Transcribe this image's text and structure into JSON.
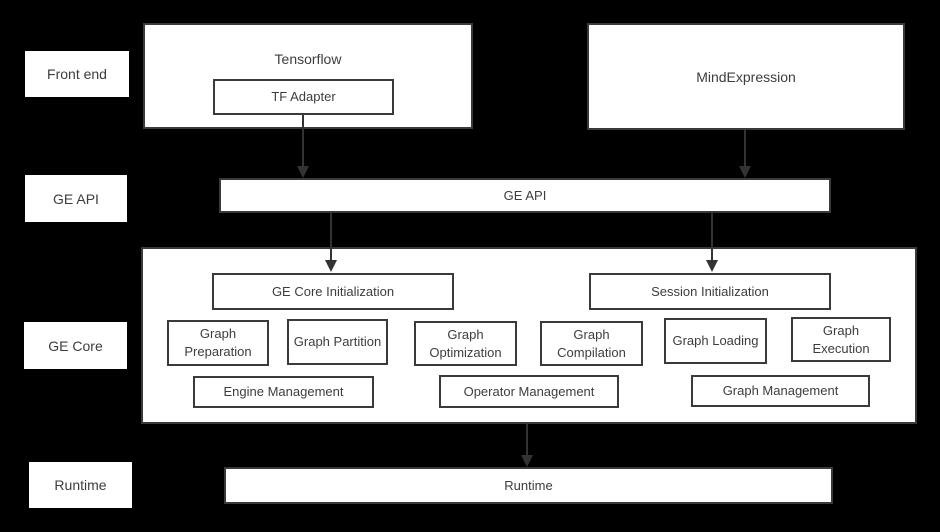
{
  "rails": [
    {
      "label": "Front end"
    },
    {
      "label": "GE API"
    },
    {
      "label": "GE Core"
    },
    {
      "label": "Runtime"
    }
  ],
  "frontend": {
    "tensorflow_label": "Tensorflow",
    "tf_adapter_label": "TF Adapter",
    "mindexpression_label": "MindExpression"
  },
  "api_bar": {
    "label": "GE API"
  },
  "core": {
    "init_boxes": [
      "GE Core Initialization",
      "Session Initialization"
    ],
    "stages": [
      "Graph Preparation",
      "Graph Partition",
      "Graph Optimization",
      "Graph Compilation",
      "Graph Loading",
      "Graph Execution"
    ],
    "management": [
      "Engine Management",
      "Operator Management",
      "Graph Management"
    ]
  },
  "runtime_bar": {
    "label": "Runtime"
  },
  "colors": {
    "background": "#000000",
    "box_fill": "#ffffff",
    "box_border": "#3a3a3a",
    "text": "#3d3d3d",
    "arrow": "#333333"
  }
}
